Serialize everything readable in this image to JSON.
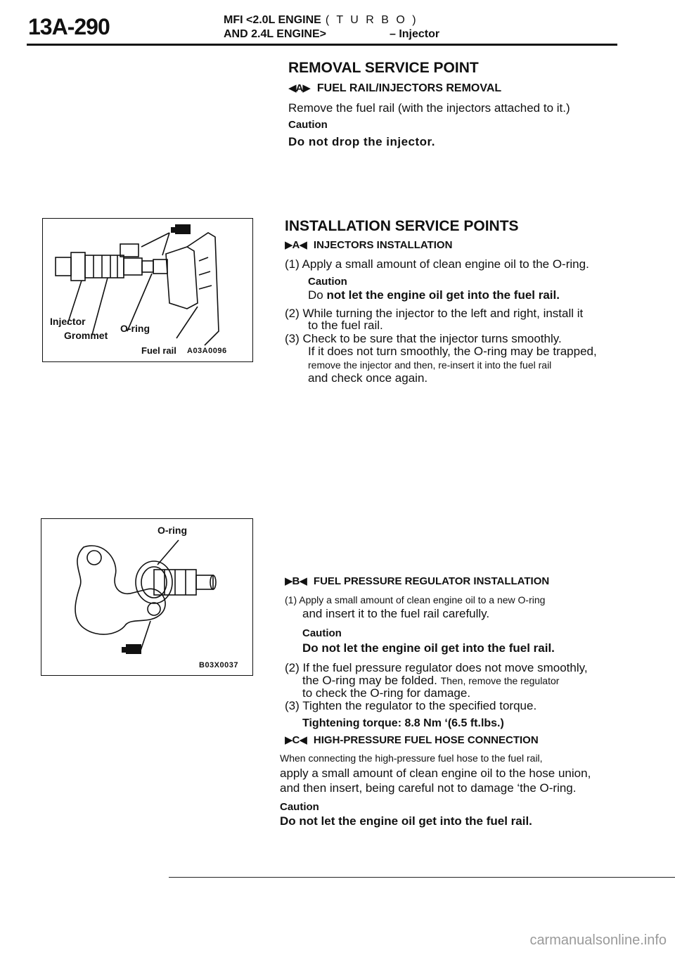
{
  "header": {
    "page_number": "13A-290",
    "line1": "MFI <2.0L ENGINE",
    "turbo": "( T U R B O )",
    "line2": "AND 2.4L ENGINE>",
    "section": "– Injector"
  },
  "removal": {
    "title": "REMOVAL SERVICE POINT",
    "marker": "◀A▶",
    "subtitle": "FUEL RAIL/INJECTORS REMOVAL",
    "text": "Remove the fuel rail (with the injectors attached to it.)",
    "caution_label": "Caution",
    "caution_text": "Do not drop the injector."
  },
  "installation": {
    "title": "INSTALLATION SERVICE POINTS",
    "marker": "▶A◀",
    "subtitle": "INJECTORS INSTALLATION",
    "step1": "(1) Apply a small amount of clean engine oil to the O-ring.",
    "step1_caution_label": "Caution",
    "step1_caution_do": "Do",
    "step1_caution_text": "not let the engine oil get into the fuel rail.",
    "step2_a": "(2) While turning the injector to the left and right, install it",
    "step2_b": "to the fuel rail.",
    "step3_a": "(3) Check to be sure that the injector turns smoothly.",
    "step3_b": "If it does not turn smoothly, the O-ring may be trapped,",
    "step3_c": "remove the injector and then, re-insert it into the fuel rail",
    "step3_d": "and check once again."
  },
  "regulator": {
    "marker": "▶B◀",
    "subtitle": "FUEL PRESSURE REGULATOR INSTALLATION",
    "step1_a": "(1) Apply a small amount of clean engine oil to a new O-ring",
    "step1_b": "and insert it to the fuel rail carefully.",
    "caution_label": "Caution",
    "caution_text": "Do not let the engine oil get into the fuel rail.",
    "step2_a": "(2) If the fuel pressure regulator does not move smoothly,",
    "step2_b_1": "the O-ring may be folded.",
    "step2_b_2": "Then, remove the regulator",
    "step2_c": "to check the O-ring for damage.",
    "step3": "(3) Tighten the regulator to the specified torque.",
    "torque": "Tightening torque: 8.8 Nm ‘(6.5 ft.lbs.)"
  },
  "hose": {
    "marker": "▶C◀",
    "subtitle": "HIGH-PRESSURE FUEL HOSE CONNECTION",
    "text1": "When connecting the high-pressure fuel hose to the fuel rail,",
    "text2": "apply a small amount of clean engine oil to the hose union,",
    "text3": "and then insert, being careful not to damage ‘the O-ring.",
    "caution_label": "Caution",
    "caution_text": "Do not let the engine oil get into the fuel rail."
  },
  "figure1": {
    "label_injector": "Injector",
    "label_oring": "O-ring",
    "label_grommet": "Grommet",
    "label_fuelrail": "Fuel rail",
    "code": "A03A0096"
  },
  "figure2": {
    "label_oring": "O-ring",
    "code": "B03X0037"
  },
  "watermark": "carmanualsonline.info"
}
